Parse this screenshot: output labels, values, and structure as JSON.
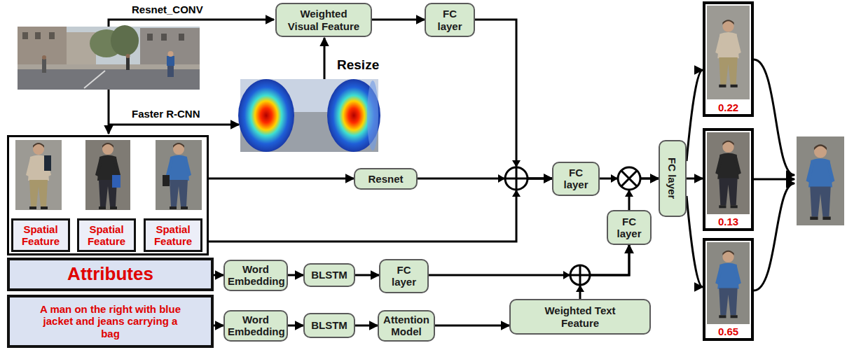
{
  "diagram": {
    "nodes": [
      {
        "text": [
          "Weighted Visual Feature"
        ]
      },
      {
        "text": [
          "FC layer"
        ]
      },
      {
        "text": []
      },
      {
        "text": [
          "Spatial Feature"
        ],
        "in": 2
      },
      {
        "text": [
          "Spatial Feature"
        ],
        "in": 2
      },
      {
        "text": [
          "Spatial Feature"
        ],
        "in": 2
      },
      {
        "text": [
          "Resnet"
        ]
      },
      {
        "text": [
          "FC layer"
        ]
      },
      {
        "text": [
          "FC layer"
        ]
      },
      {
        "text": [
          "FC layer"
        ]
      },
      {
        "text": [
          "0.22"
        ]
      },
      {
        "text": [
          "0.13"
        ]
      },
      {
        "text": [
          "0.65"
        ]
      },
      {
        "text": [
          "Attributes"
        ]
      },
      {
        "text": [
          "Word Embedding"
        ]
      },
      {
        "text": [
          "BLSTM"
        ]
      },
      {
        "text": [
          "FC layer"
        ]
      },
      {
        "text": [
          "A man on the right with blue jacket and jeans carrying a bag"
        ]
      },
      {
        "text": [
          "Word Embedding"
        ]
      },
      {
        "text": [
          "BLSTM"
        ]
      },
      {
        "text": [
          "Attention Model"
        ]
      },
      {
        "text": [
          "Weighted Text Feature"
        ]
      }
    ],
    "edges": [
      {
        "from": 0,
        "to": 1,
        "arrow": "to"
      },
      {
        "from": 2,
        "to": 6,
        "arrow": "to"
      },
      {
        "from": 6,
        "to": 7,
        "arrow": "to"
      },
      {
        "from": 1,
        "to": 7,
        "arrow": "to"
      },
      {
        "from": 2,
        "to": 7,
        "arrow": "to"
      },
      {
        "from": 7,
        "to": 9,
        "arrow": "to"
      },
      {
        "from": 8,
        "to": 9,
        "arrow": "to"
      },
      {
        "from": 16,
        "to": 8,
        "arrow": "to"
      },
      {
        "from": 21,
        "to": 8,
        "arrow": "to"
      },
      {
        "from": 13,
        "to": 14,
        "arrow": "to"
      },
      {
        "from": 14,
        "to": 15,
        "arrow": "to"
      },
      {
        "from": 15,
        "to": 16,
        "arrow": "to"
      },
      {
        "from": 17,
        "to": 18,
        "arrow": "to"
      },
      {
        "from": 18,
        "to": 19,
        "arrow": "to"
      },
      {
        "from": 19,
        "to": 20,
        "arrow": "to"
      },
      {
        "from": 20,
        "to": 21,
        "arrow": "to"
      },
      {
        "from": 9,
        "to": 10,
        "arrow": "to"
      },
      {
        "from": 9,
        "to": 11,
        "arrow": "to"
      },
      {
        "from": 9,
        "to": 12,
        "arrow": "to"
      }
    ],
    "labels": [
      "Resnet_CONV",
      "Resize",
      "Faster R-CNN"
    ]
  }
}
